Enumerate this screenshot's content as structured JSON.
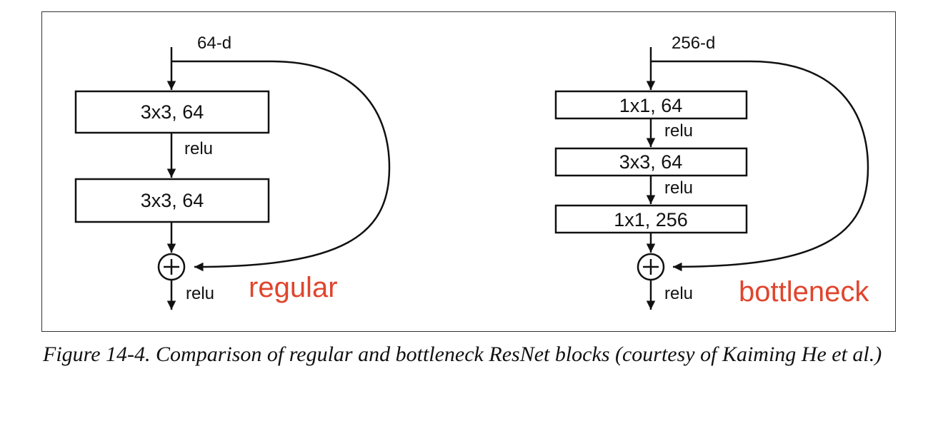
{
  "accent_color": "#e0452d",
  "regular": {
    "input_label": "64-d",
    "layers": [
      "3x3, 64",
      "3x3, 64"
    ],
    "activations": [
      "relu",
      "relu"
    ],
    "name": "regular"
  },
  "bottleneck": {
    "input_label": "256-d",
    "layers": [
      "1x1, 64",
      "3x3, 64",
      "1x1, 256"
    ],
    "activations": [
      "relu",
      "relu",
      "relu"
    ],
    "name": "bottleneck"
  },
  "caption": "Figure 14-4. Comparison of regular and bottleneck ResNet blocks (courtesy of Kaiming He et al.)"
}
